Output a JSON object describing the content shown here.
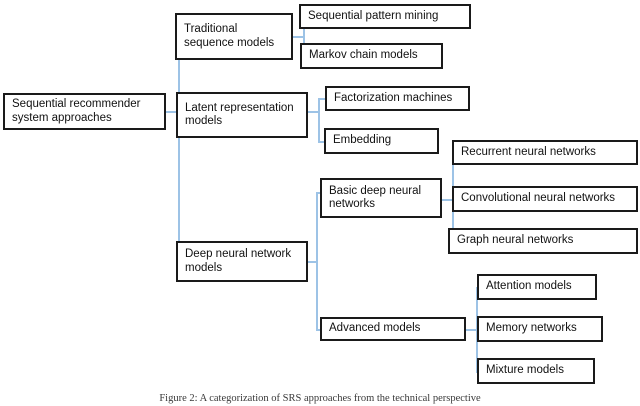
{
  "figure": {
    "caption": "Figure 2: A categorization of SRS approaches from the technical perspective",
    "line_color": "#9dc3e6",
    "box_border_color": "#1a1a1a",
    "text_color": "#111111",
    "background": "#ffffff"
  },
  "nodes": {
    "root": {
      "label": "Sequential recommender\nsystem approaches"
    },
    "traditional": {
      "label": "Traditional\nsequence models"
    },
    "latent": {
      "label": "Latent representation\nmodels"
    },
    "deep": {
      "label": "Deep neural network\nmodels"
    },
    "basic_deep": {
      "label": "Basic deep neural\nnetworks"
    },
    "advanced": {
      "label": "Advanced models"
    },
    "seq_pattern": {
      "label": "Sequential pattern mining"
    },
    "markov": {
      "label": "Markov chain models"
    },
    "factorization": {
      "label": "Factorization machines"
    },
    "embedding": {
      "label": "Embedding"
    },
    "rnn": {
      "label": "Recurrent neural networks"
    },
    "cnn": {
      "label": "Convolutional neural networks"
    },
    "gnn": {
      "label": "Graph neural networks"
    },
    "attention": {
      "label": "Attention models"
    },
    "memory": {
      "label": "Memory networks"
    },
    "mixture": {
      "label": "Mixture models"
    }
  }
}
